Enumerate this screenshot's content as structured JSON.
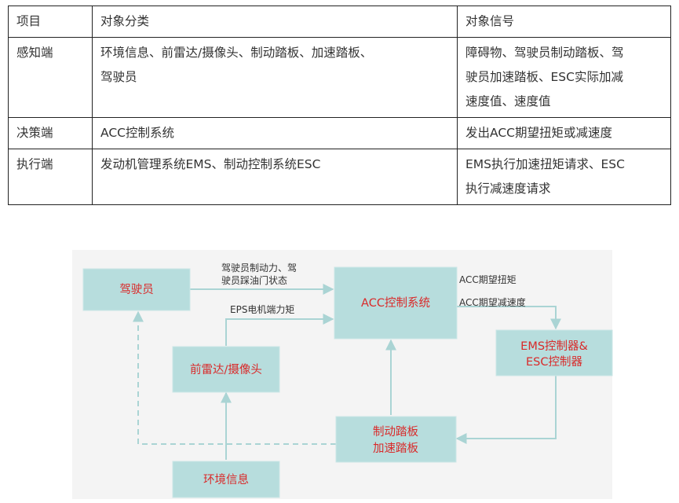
{
  "table": {
    "header": [
      "项目",
      "对象分类",
      "对象信号"
    ],
    "rows": [
      [
        "感知端",
        "环境信息、前雷达/摄像头、制动踏板、加速踏板、\n驾驶员",
        "障碍物、驾驶员制动踏板、驾\n驶员加速踏板、ESC实际加减\n速度值、速度值"
      ],
      [
        "决策端",
        "ACC控制系统",
        "发出ACC期望扭矩或减速度"
      ],
      [
        "执行端",
        "发动机管理系统EMS、制动控制系统ESC",
        "EMS执行加速扭矩请求、ESC\n执行减速度请求"
      ]
    ]
  },
  "diagram": {
    "nodes": {
      "driver": [
        "驾驶员"
      ],
      "acc": [
        "ACC控制系统"
      ],
      "ems_esc": [
        "EMS控制器&",
        "ESC控制器"
      ],
      "radar": [
        "前雷达/摄像头"
      ],
      "pedals": [
        "制动踏板",
        "加速踏板"
      ],
      "env": [
        "环境信息"
      ]
    },
    "edge_labels": {
      "driver_acc": [
        "驾驶员制动力、驾",
        "驶员踩油门状态"
      ],
      "eps": "EPS电机端力矩",
      "torque": "ACC期望扭矩",
      "decel": "ACC期望减速度"
    },
    "colors": {
      "node_fill": "#b7dddd",
      "node_text": "#d92a2a",
      "edge": "#aad4d4",
      "panel_bg": "#f4f4f4"
    }
  }
}
